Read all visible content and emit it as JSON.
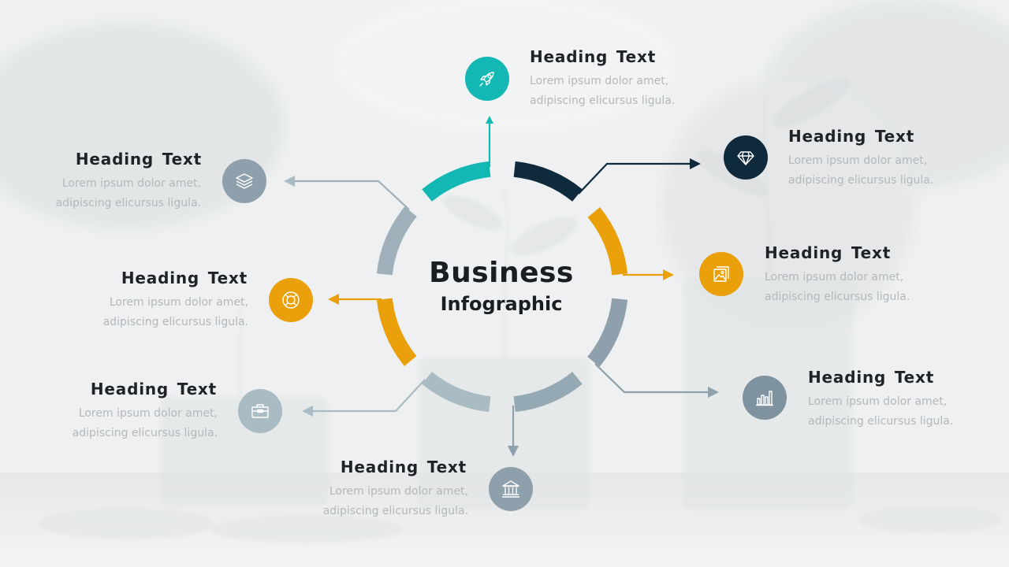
{
  "title": "Business",
  "subtitle": "Infographic",
  "colors": {
    "teal": "#13b7b3",
    "navy": "#0f2a3d",
    "orange": "#e9a00a",
    "slate": "#8fa0ad",
    "light_slate": "#a9bcc4",
    "gray_blue": "#7f929f"
  },
  "items": [
    {
      "heading": "Heading  Text",
      "line1": "Lorem ipsum dolor amet,",
      "line2": "adipiscing elicursus ligula.",
      "icon": "rocket-icon",
      "color": "#13b7b3"
    },
    {
      "heading": "Heading  Text",
      "line1": "Lorem ipsum dolor amet,",
      "line2": "adipiscing elicursus ligula.",
      "icon": "diamond-icon",
      "color": "#0f2a3d"
    },
    {
      "heading": "Heading  Text",
      "line1": "Lorem ipsum dolor amet,",
      "line2": "adipiscing elicursus ligula.",
      "icon": "image-gallery-icon",
      "color": "#e9a00a"
    },
    {
      "heading": "Heading  Text",
      "line1": "Lorem ipsum dolor amet,",
      "line2": "adipiscing elicursus ligula.",
      "icon": "bar-chart-icon",
      "color": "#7f929f"
    },
    {
      "heading": "Heading  Text",
      "line1": "Lorem ipsum dolor amet,",
      "line2": "adipiscing elicursus ligula.",
      "icon": "bank-icon",
      "color": "#8fa0ad"
    },
    {
      "heading": "Heading  Text",
      "line1": "Lorem ipsum dolor amet,",
      "line2": "adipiscing elicursus ligula.",
      "icon": "toolbox-icon",
      "color": "#a9bcc4"
    },
    {
      "heading": "Heading  Text",
      "line1": "Lorem ipsum dolor amet,",
      "line2": "adipiscing elicursus ligula.",
      "icon": "lifebuoy-icon",
      "color": "#e9a00a"
    },
    {
      "heading": "Heading  Text",
      "line1": "Lorem ipsum dolor amet,",
      "line2": "adipiscing elicursus ligula.",
      "icon": "layers-icon",
      "color": "#8fa0ad"
    }
  ]
}
